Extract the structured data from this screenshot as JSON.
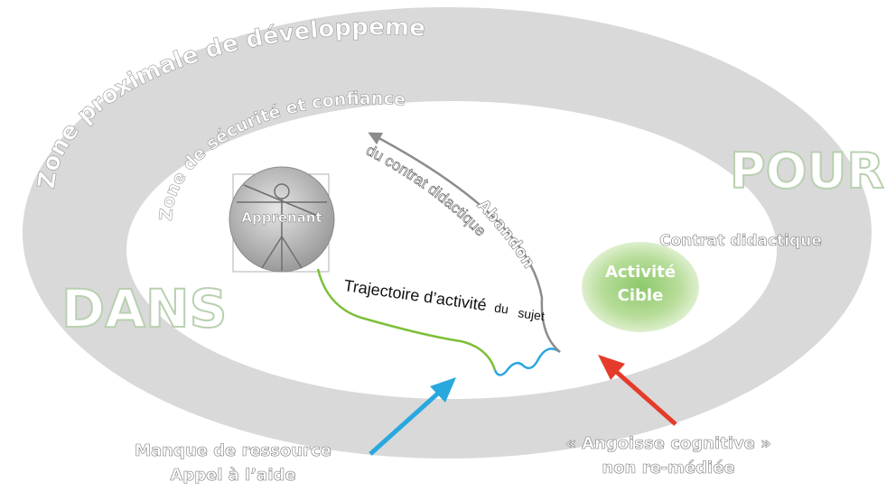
{
  "zones": {
    "outer_label": "Zone proximale de développement",
    "inner_label": "Zone de sécurité et confiance"
  },
  "regions": {
    "dans": "DANS",
    "pour": "POUR"
  },
  "learner": {
    "label": "Apprenant",
    "image_icon": "vitruvian-man-icon"
  },
  "target": {
    "contract_label": "Contrat didactique",
    "activity_line1": "Activité",
    "activity_line2": "Cible"
  },
  "paths": {
    "abandon_line1": "Abandon",
    "abandon_line2": "du contrat didactique",
    "trajectory_part1": "Trajectoire d’activité",
    "trajectory_part2": "du",
    "trajectory_part3": "sujet"
  },
  "annotations": {
    "help_line1": "Manque de ressource",
    "help_line2": "Appel à l’aide",
    "anxiety_line1": "« Angoisse cognitive »",
    "anxiety_line2": "non re-médiée"
  },
  "colors": {
    "outer_ring": "#d9d9d9",
    "green_trajectory": "#7dbf3a",
    "blue_trajectory": "#2aa6e0",
    "abandon_arrow": "#8c8c8c",
    "help_arrow": "#29a8e0",
    "anxiety_arrow": "#e53b2a",
    "activity_fill": "#b8dd9a",
    "outline_text": "#c8d8c0"
  }
}
